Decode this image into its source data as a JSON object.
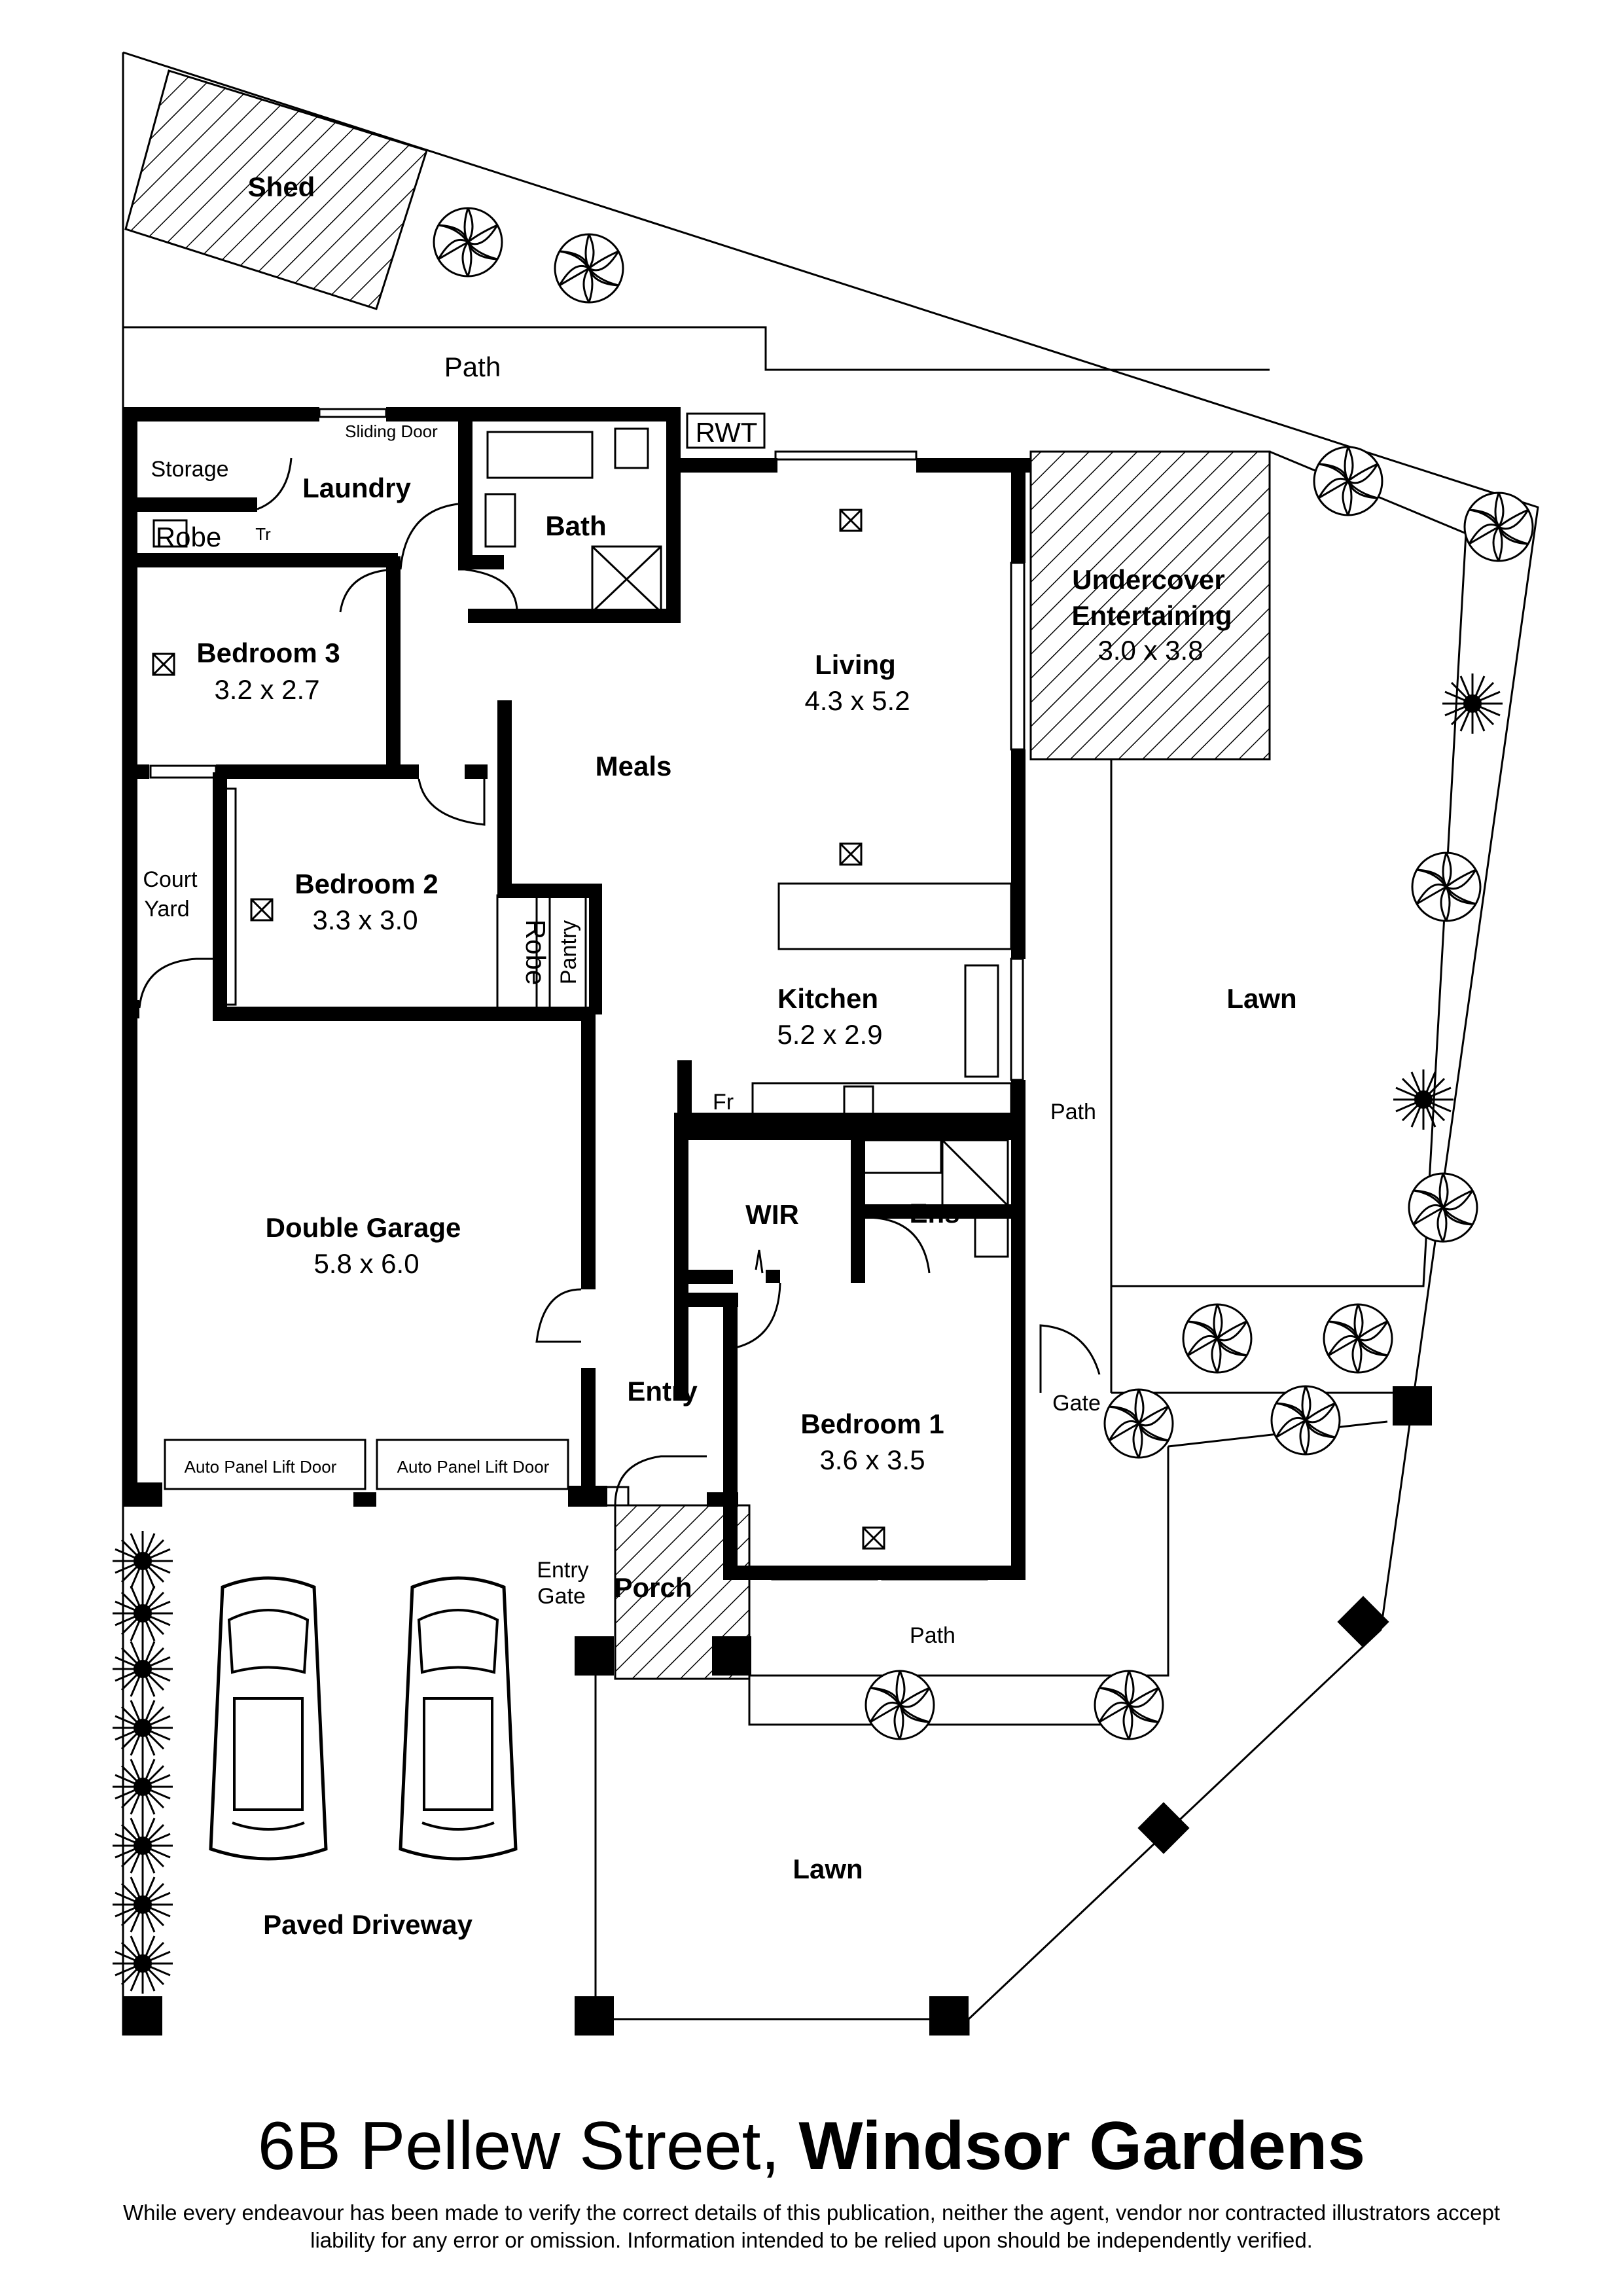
{
  "address": {
    "street": "6B Pellew Street,",
    "suburb": "Windsor Gardens"
  },
  "disclaimer": "While every endeavour has been made to verify the correct details of this publication, neither the agent, vendor nor contracted illustrators accept liability for any error or omission. Information intended to be relied upon should be independently verified.",
  "rooms": {
    "shed": "Shed",
    "path_top": "Path",
    "rwt": "RWT",
    "sliding_door": "Sliding Door",
    "storage": "Storage",
    "laundry": "Laundry",
    "robe_small": "Robe",
    "tr": "Tr",
    "bath": "Bath",
    "bedroom3": {
      "name": "Bedroom 3",
      "size": "3.2 x 2.7"
    },
    "living": {
      "name": "Living",
      "size": "4.3 x 5.2"
    },
    "undercover": {
      "name_1": "Undercover",
      "name_2": "Entertaining",
      "size": "3.0 x 3.8"
    },
    "meals": "Meals",
    "court_yard_1": "Court",
    "court_yard_2": "Yard",
    "bedroom2": {
      "name": "Bedroom 2",
      "size": "3.3 x 3.0"
    },
    "robe": "Robe",
    "pantry": "Pantry",
    "kitchen": {
      "name": "Kitchen",
      "size": "5.2 x 2.9"
    },
    "fr": "Fr",
    "lawn_right": "Lawn",
    "path_right": "Path",
    "double_garage": {
      "name": "Double Garage",
      "size": "5.8 x 6.0"
    },
    "wir": "WIR",
    "ens": "Ens",
    "gate": "Gate",
    "entry": "Entry",
    "bedroom1": {
      "name": "Bedroom 1",
      "size": "3.6 x 3.5"
    },
    "auto_door_1": "Auto Panel Lift Door",
    "auto_door_2": "Auto Panel Lift Door",
    "entry_gate_1": "Entry",
    "entry_gate_2": "Gate",
    "porch": "Porch",
    "path_bottom": "Path",
    "lawn_bottom": "Lawn",
    "paved_driveway": "Paved Driveway"
  }
}
